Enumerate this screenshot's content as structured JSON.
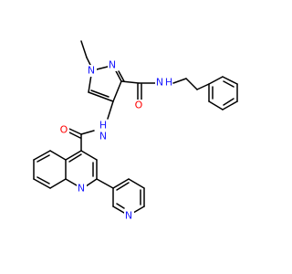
{
  "colors": {
    "bond": "#000000",
    "nitrogen": "#1a1aff",
    "oxygen": "#ff0000",
    "background": "#ffffff"
  },
  "atoms": {
    "n1": "N",
    "n2": "N",
    "amide1_n": "N",
    "amide1_h": "H",
    "amide1_o": "O",
    "amide2_n": "N",
    "amide2_h": "H",
    "amide2_o": "O",
    "quinoline_n": "N",
    "pyridine_n": "N"
  }
}
